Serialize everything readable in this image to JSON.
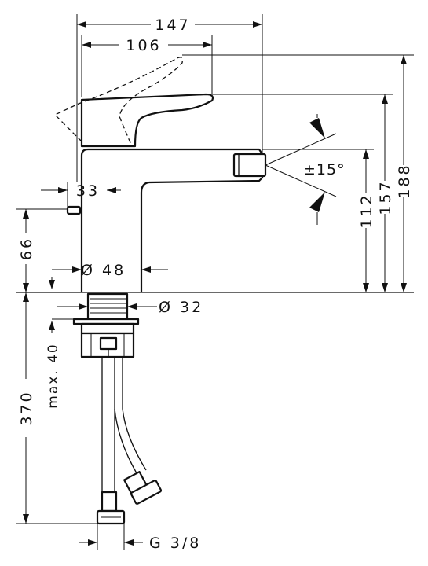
{
  "drawing": {
    "dimensions": {
      "overall_depth": "147",
      "lever_depth": "106",
      "spout_angle": "±15°",
      "height_188": "188",
      "height_157": "157",
      "height_112": "112",
      "base_width": "33",
      "body_diameter": "Ø 48",
      "pop_up_height": "66",
      "shank_diameter": "Ø 32",
      "max_thickness": "max. 40",
      "hose_length": "370",
      "connection_thread": "G 3/8"
    }
  }
}
